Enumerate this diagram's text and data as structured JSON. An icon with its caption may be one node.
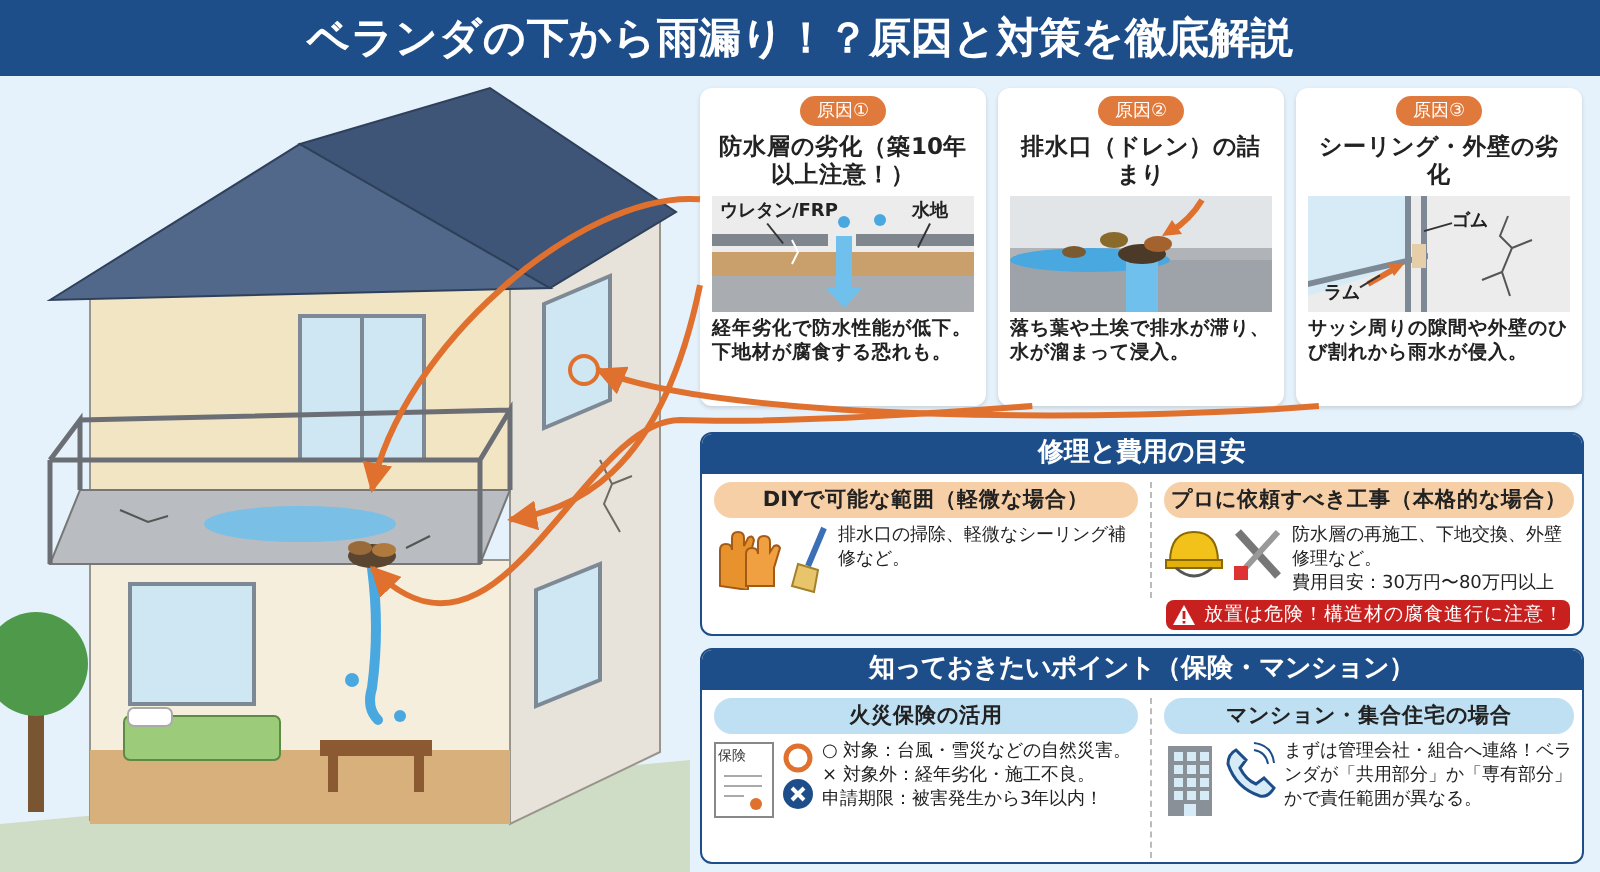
{
  "diagram": {
    "title": "ベランダの下から雨漏り！？原因と対策を徹底解説",
    "nodes": [
      {
        "text": [
          "原因①",
          "防水層の劣化（築10年以上注意！）",
          "経年劣化で防水性能が低下。下地材が腐食する恐れも。"
        ]
      },
      {
        "text": [
          "原因②",
          "排水口（ドレン）の詰まり",
          "落ち葉や土埃で排水が滞り、水が溜まって浸入。"
        ]
      },
      {
        "text": [
          "原因③",
          "シーリング・外壁の劣化",
          "サッシ周りの隙間や外壁のひび割れから雨水が侵入。"
        ]
      },
      {
        "text": [
          "修理と費用の目安"
        ]
      },
      {
        "text": [
          "DIYで可能な範囲（軽微な場合）",
          "排水口の掃除、軽微なシーリング補修など。"
        ],
        "in": 3
      },
      {
        "text": [
          "プロに依頼すべき工事（本格的な場合）",
          "防水層の再施工、下地交換、外壁修理など。",
          "費用目安：30万円〜80万円以上"
        ],
        "in": 3
      },
      {
        "text": [
          "放置は危険！構造材の腐食進行に注意！"
        ],
        "in": 3
      },
      {
        "text": [
          "知っておきたいポイント（保険・マンション）"
        ]
      },
      {
        "text": [
          "火災保険の活用",
          "○ 対象：台風・雪災などの自然災害。",
          "× 対象外：経年劣化・施工不良。",
          "申請期限：被害発生から3年以内！"
        ],
        "in": 7
      },
      {
        "text": [
          "マンション・集合住宅の場合",
          "まずは管理会社・組合へ連絡！ベランダが「共用部分」か「専有部分」かで責任範囲が異なる。"
        ],
        "in": 7
      },
      {
        "text": [],
        "shape": "picture"
      },
      {
        "text": [],
        "shape": "picture",
        "in": 10
      },
      {
        "text": [],
        "shape": "picture",
        "in": 10
      },
      {
        "text": [],
        "shape": "circle",
        "in": 10
      },
      {
        "text": [
          "ウレタン/FRP"
        ],
        "in": 0
      },
      {
        "text": [
          "水地"
        ],
        "in": 0
      },
      {
        "text": [
          "ゴム"
        ],
        "in": 2
      },
      {
        "text": [
          "ラム"
        ],
        "in": 2
      }
    ],
    "edges": [
      {
        "from": 0,
        "to": 11,
        "arrow": "to",
        "style": "thick"
      },
      {
        "from": 0,
        "to": 11,
        "arrow": "to",
        "style": "thick"
      },
      {
        "from": 1,
        "to": 12,
        "arrow": "to",
        "style": "thick"
      },
      {
        "from": 2,
        "to": 13,
        "arrow": "to",
        "style": "thick"
      },
      {
        "from": 14,
        "to": null,
        "arrow": "none",
        "color": "#333333"
      },
      {
        "from": 15,
        "to": null,
        "arrow": "none",
        "color": "#333333"
      },
      {
        "from": 16,
        "to": null,
        "arrow": "none",
        "color": "#333333"
      },
      {
        "from": 17,
        "to": null,
        "arrow": "none",
        "color": "#333333"
      }
    ],
    "labels": [
      "保険"
    ]
  }
}
